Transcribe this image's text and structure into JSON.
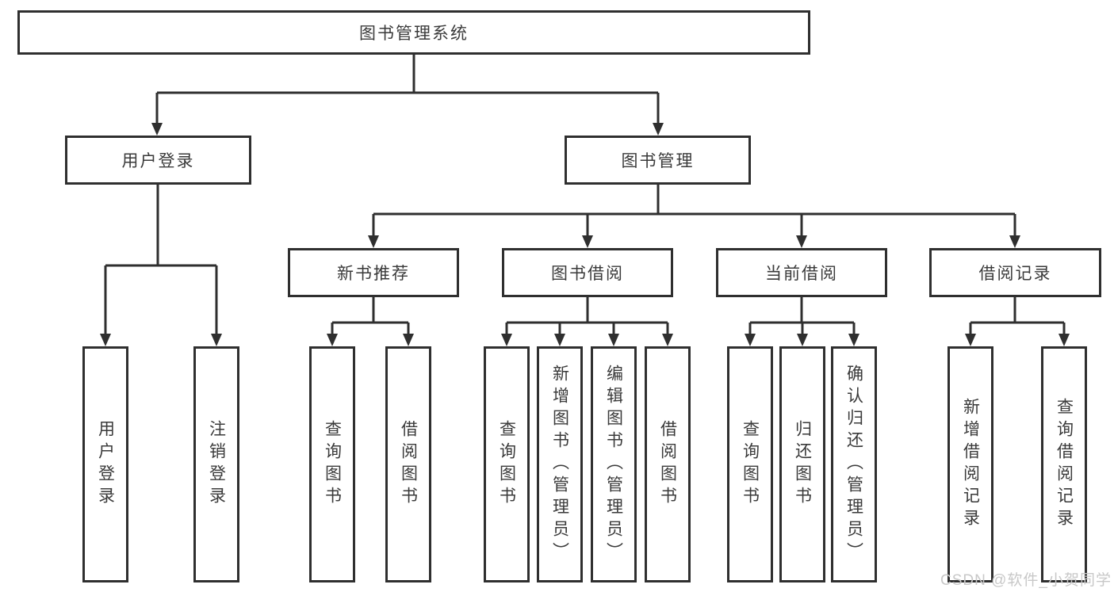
{
  "diagram": {
    "type": "hierarchy-tree",
    "root": {
      "label": "图书管理系统",
      "children": [
        {
          "label": "用户登录",
          "children": [
            {
              "label": "用户登录"
            },
            {
              "label": "注销登录"
            }
          ]
        },
        {
          "label": "图书管理",
          "children": [
            {
              "label": "新书推荐",
              "children": [
                {
                  "label": "查询图书"
                },
                {
                  "label": "借阅图书"
                }
              ]
            },
            {
              "label": "图书借阅",
              "children": [
                {
                  "label": "查询图书"
                },
                {
                  "label": "新增图书（管理员）"
                },
                {
                  "label": "编辑图书（管理员）"
                },
                {
                  "label": "借阅图书"
                }
              ]
            },
            {
              "label": "当前借阅",
              "children": [
                {
                  "label": "查询图书"
                },
                {
                  "label": "归还图书"
                },
                {
                  "label": "确认归还（管理员）"
                }
              ]
            },
            {
              "label": "借阅记录",
              "children": [
                {
                  "label": "新增借阅记录"
                },
                {
                  "label": "查询借阅记录"
                }
              ]
            }
          ]
        }
      ]
    }
  },
  "watermark": {
    "text": "CSDN @软件_小贺同学"
  },
  "colors": {
    "line": "#2f2f2f",
    "box_border": "#2f2f2f",
    "text": "#3a3a3a",
    "background": "#ffffff",
    "watermark": "#c8c8c8"
  }
}
